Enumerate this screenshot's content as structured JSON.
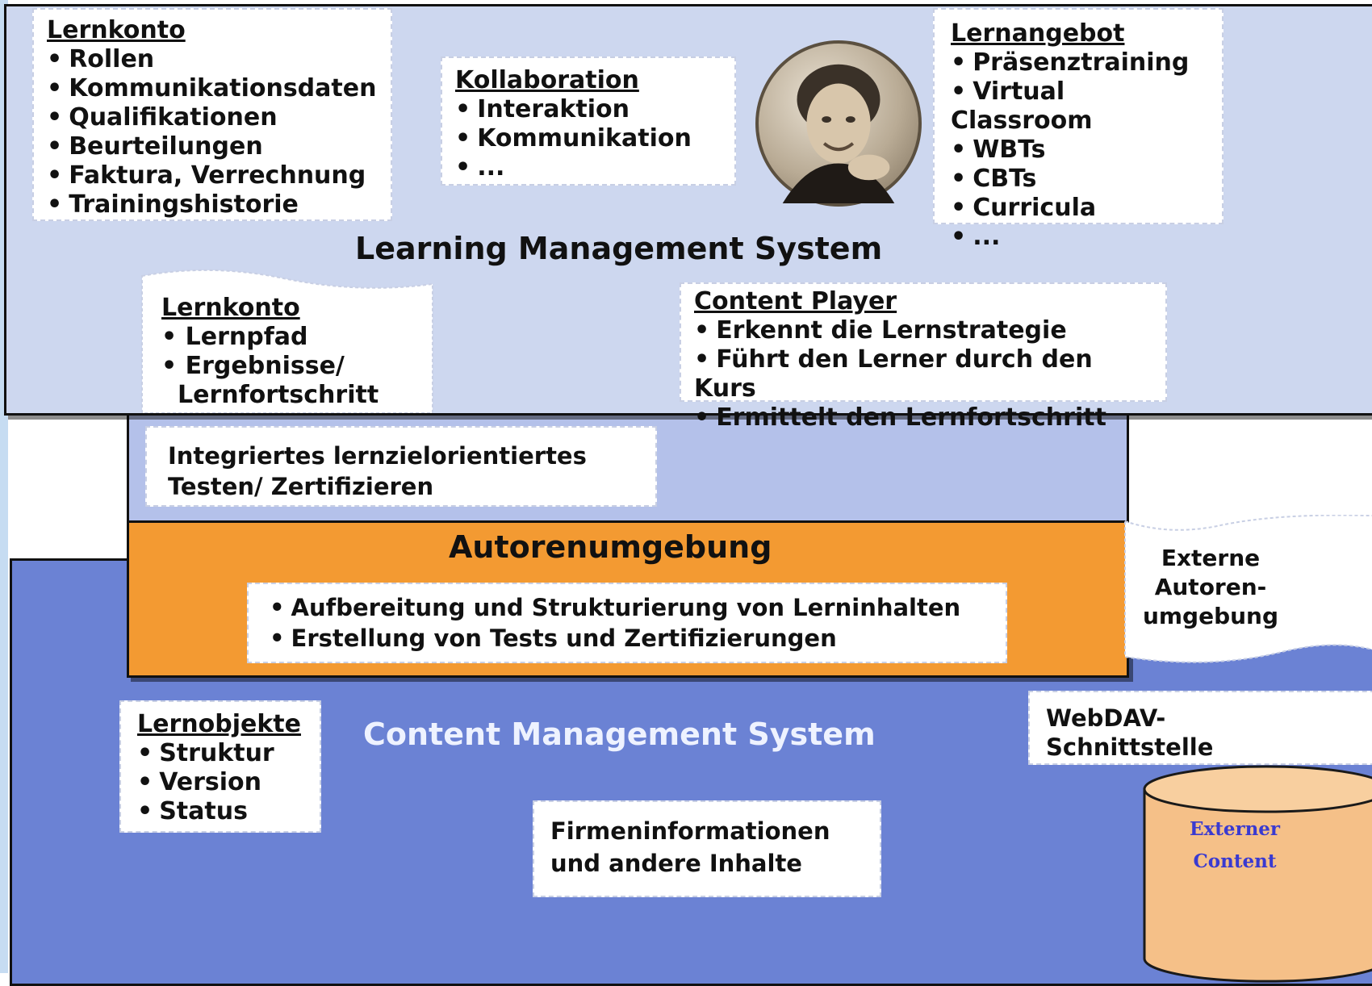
{
  "lms": {
    "title": "Learning Management System",
    "lernkonto_top": {
      "heading": "Lernkonto",
      "items": [
        "Rollen",
        "Kommunikationsdaten",
        "Qualifikationen",
        "Beurteilungen",
        "Faktura, Verrechnung",
        "Trainingshistorie"
      ]
    },
    "kollaboration": {
      "heading": "Kollaboration",
      "items": [
        "Interaktion",
        "Kommunikation",
        "..."
      ]
    },
    "lernangebot": {
      "heading": "Lernangebot",
      "items": [
        "Präsenztraining",
        "Virtual Classroom",
        "WBTs",
        "CBTs",
        "Curricula",
        "..."
      ]
    },
    "lernkonto_bottom": {
      "heading": "Lernkonto",
      "items": [
        "Lernpfad",
        "Ergebnisse/"
      ],
      "continuation": "Lernfortschritt"
    },
    "content_player": {
      "heading": "Content Player",
      "items": [
        "Erkennt die Lernstrategie",
        "Führt den Lerner durch den Kurs",
        "Ermittelt den Lernfortschritt"
      ]
    }
  },
  "testing": {
    "line1": "Integriertes lernzielorientiertes",
    "line2": "Testen/ Zertifizieren"
  },
  "autoren": {
    "title": "Autorenumgebung",
    "items": [
      "Aufbereitung und Strukturierung von Lerninhalten",
      "Erstellung von Tests und Zertifizierungen"
    ]
  },
  "cms": {
    "title": "Content Management System",
    "lernobjekte": {
      "heading": "Lernobjekte",
      "items": [
        "Struktur",
        "Version",
        "Status"
      ]
    },
    "firmen": {
      "line1": "Firmeninformationen",
      "line2": "und andere Inhalte"
    },
    "webdav": {
      "line1": "WebDAV-",
      "line2": "Schnittstelle"
    }
  },
  "externe_autoren": {
    "line1": "Externe",
    "line2": "Autoren-",
    "line3": "umgebung"
  },
  "externer_content": {
    "line1": "Externer",
    "line2": "Content"
  },
  "colors": {
    "lms_bg": "#cdd7ef",
    "testing_bg": "#b4c1ea",
    "autoren_bg": "#f39a32",
    "cms_bg": "#6b82d4",
    "database_bg": "#f5c088"
  },
  "icons": {
    "portrait": "man-portrait-photo",
    "database": "database-cylinder-icon"
  }
}
